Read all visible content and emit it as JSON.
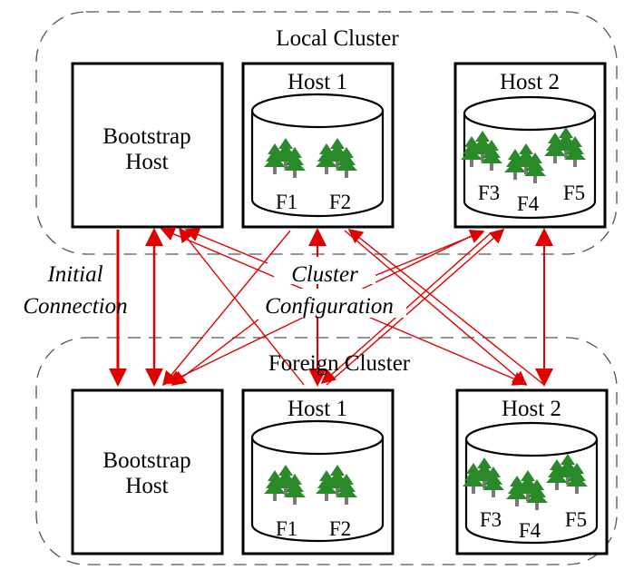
{
  "colors": {
    "arrow": "#e00000",
    "tree": "#2a8a2a",
    "trunk": "#7a7a7a",
    "cluster_border": "#555555"
  },
  "local_cluster": {
    "title": "Local Cluster",
    "bootstrap": {
      "line1": "Bootstrap",
      "line2": "Host"
    },
    "host1": {
      "title": "Host 1",
      "forests": [
        "F1",
        "F2"
      ]
    },
    "host2": {
      "title": "Host 2",
      "forests": [
        "F3",
        "F4",
        "F5"
      ]
    }
  },
  "foreign_cluster": {
    "title": "Foreign Cluster",
    "bootstrap": {
      "line1": "Bootstrap",
      "line2": "Host"
    },
    "host1": {
      "title": "Host 1",
      "forests": [
        "F1",
        "F2"
      ]
    },
    "host2": {
      "title": "Host 2",
      "forests": [
        "F3",
        "F4",
        "F5"
      ]
    }
  },
  "annotations": {
    "initial_connection": {
      "line1": "Initial",
      "line2": "Connection"
    },
    "cluster_configuration": {
      "line1": "Cluster",
      "line2": "Configuration"
    }
  },
  "icons": {
    "forest": "pine-tree-cluster-icon",
    "database": "cylinder-database-icon"
  }
}
